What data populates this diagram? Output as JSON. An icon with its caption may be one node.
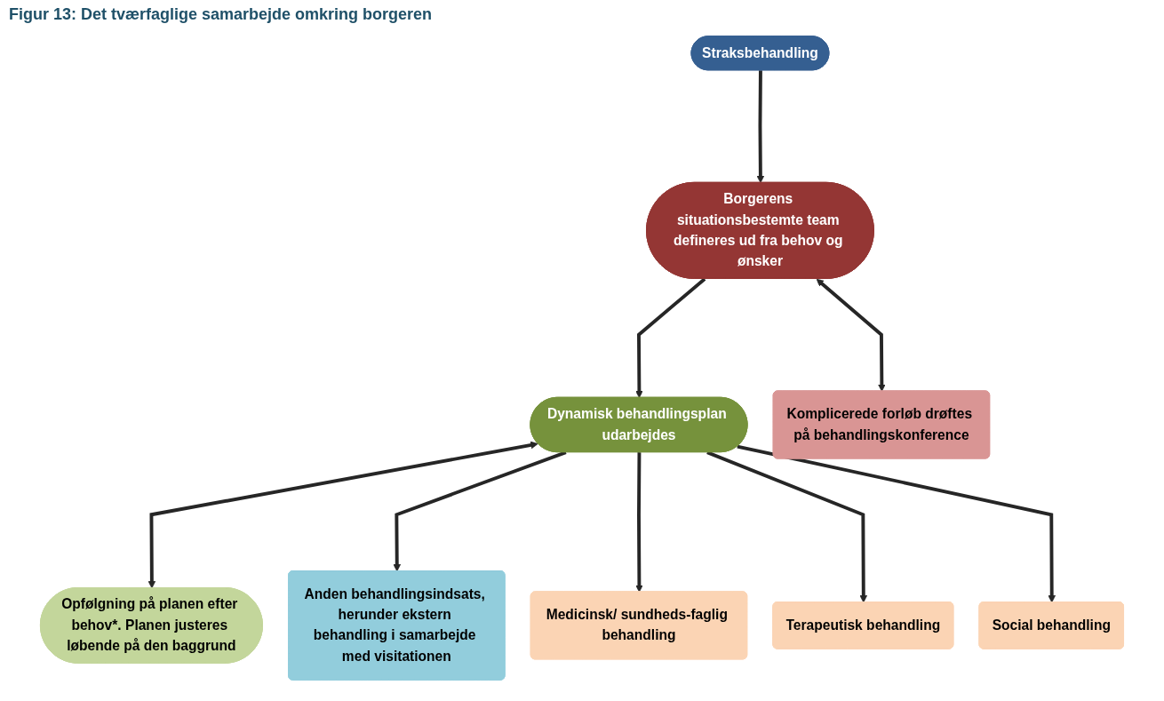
{
  "diagram": {
    "title": "Figur 13: Det tværfaglige samarbejde omkring borgeren",
    "nodes": [
      {
        "text": [
          "Straksbehandling"
        ]
      },
      {
        "text": [
          "Borgerens situationsbestemte team defineres ud fra behov og ønsker"
        ]
      },
      {
        "text": [
          "Komplicerede forløb drøftes på behandlingskonference"
        ]
      },
      {
        "text": [
          "Dynamisk behandlingsplan udarbejdes"
        ]
      },
      {
        "text": [
          "Opfølgning på planen efter behov*. Planen justeres løbende på den baggrund"
        ]
      },
      {
        "text": [
          "Anden behandlingsindsats, herunder ekstern behandling i samarbejde med visitationen"
        ]
      },
      {
        "text": [
          "Medicinsk/ sundheds-faglig behandling"
        ]
      },
      {
        "text": [
          "Terapeutisk behandling"
        ]
      },
      {
        "text": [
          "Social behandling"
        ]
      }
    ],
    "edges": [
      {
        "from": 0,
        "to": 1,
        "arrow": "to"
      },
      {
        "from": 1,
        "to": 2,
        "arrow": "both"
      },
      {
        "from": 1,
        "to": 3,
        "arrow": "to"
      },
      {
        "from": 3,
        "to": 4,
        "arrow": "both"
      },
      {
        "from": 3,
        "to": 5,
        "arrow": "to"
      },
      {
        "from": 3,
        "to": 6,
        "arrow": "to"
      },
      {
        "from": 3,
        "to": 7,
        "arrow": "to"
      },
      {
        "from": 3,
        "to": 8,
        "arrow": "to"
      }
    ]
  }
}
